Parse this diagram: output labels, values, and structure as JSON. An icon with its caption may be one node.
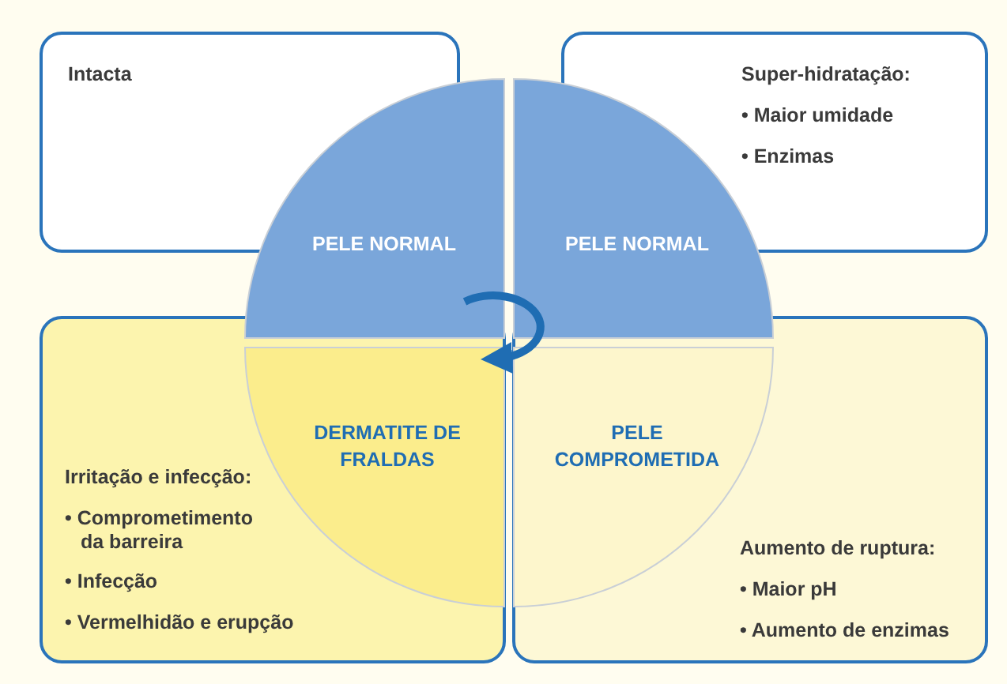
{
  "diagram": {
    "nodes": [
      {
        "text": [
          "Intacta"
        ]
      },
      {
        "text": [
          "Super-hidratação:",
          "• Maior umidade",
          "• Enzimas"
        ]
      },
      {
        "text": [
          "Irritação e infecção:",
          "• Comprometimento da barreira",
          "• Infecção",
          "• Vermelhidão e erupção"
        ]
      },
      {
        "text": [
          "Aumento de ruptura:",
          "• Maior pH",
          "• Aumento de enzimas"
        ]
      },
      {
        "text": [
          "PELE NORMAL"
        ]
      },
      {
        "text": [
          "PELE NORMAL"
        ]
      },
      {
        "text": [
          "DERMATITE DE FRALDAS"
        ],
        "in": 2
      },
      {
        "text": [
          "PELE COMPROMETIDA"
        ],
        "in": 3
      }
    ]
  }
}
